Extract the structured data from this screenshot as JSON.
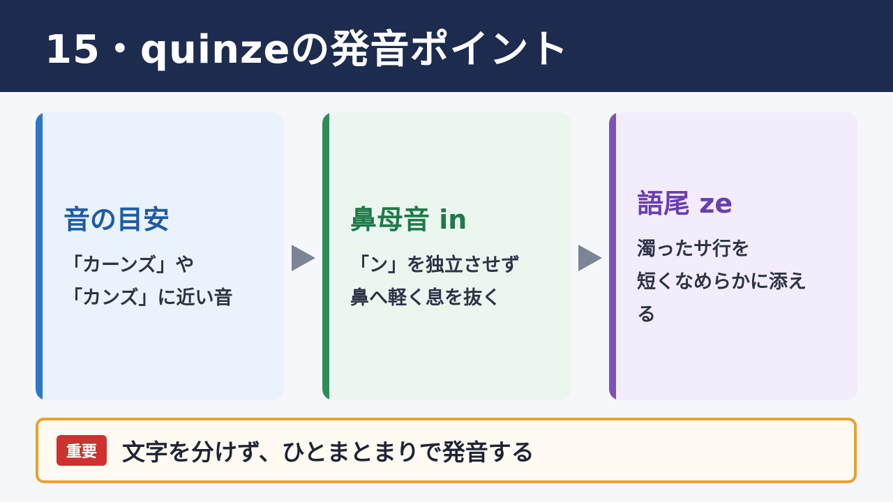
{
  "header": {
    "title": "15・quinzeの発音ポイント"
  },
  "cards": [
    {
      "title": "音の目安",
      "lines": [
        "「カーンズ」や",
        "「カンズ」に近い音"
      ]
    },
    {
      "title": "鼻母音 in",
      "lines": [
        "「ン」を独立させず",
        "鼻へ軽く息を抜く"
      ]
    },
    {
      "title": "語尾 ze",
      "lines": [
        "濁ったサ行を",
        "短くなめらかに添え",
        "る"
      ]
    }
  ],
  "note": {
    "badge": "重要",
    "text": "文字を分けず、ひとまとまりで発音する"
  },
  "colors": {
    "header_bg": "#1d2b4e",
    "card1_accent": "#2b78c9",
    "card2_accent": "#2e8c5a",
    "card3_accent": "#7d52b8",
    "note_border": "#eba12e",
    "badge_bg": "#cf3030"
  }
}
